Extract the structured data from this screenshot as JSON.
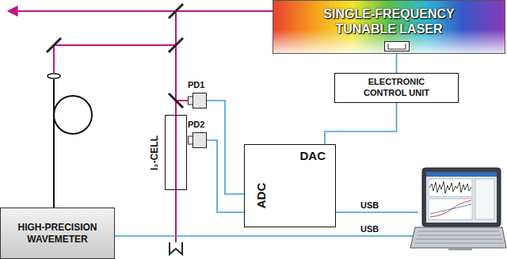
{
  "diagram": {
    "nodes": [
      {
        "text": [
          "SINGLE-FREQUENCY TUNABLE LASER"
        ]
      },
      {
        "text": [
          "ELECTRONIC CONTROL UNIT"
        ]
      },
      {
        "text": [
          "PD1"
        ]
      },
      {
        "text": [
          "I₂-CELL"
        ]
      },
      {
        "text": [
          "PD2"
        ]
      },
      {
        "text": [
          "ADC",
          "DAC"
        ]
      },
      {
        "text": [
          "HIGH-PRECISION WAVEMETER"
        ]
      }
    ],
    "edges": [
      {
        "from": 0,
        "to": 1,
        "arrow": "none"
      },
      {
        "from": 1,
        "to": 5,
        "arrow": "none"
      },
      {
        "from": 2,
        "to": 5,
        "arrow": "none"
      },
      {
        "from": 4,
        "to": 5,
        "arrow": "none"
      }
    ],
    "labels": [
      "USB",
      "USB"
    ]
  }
}
